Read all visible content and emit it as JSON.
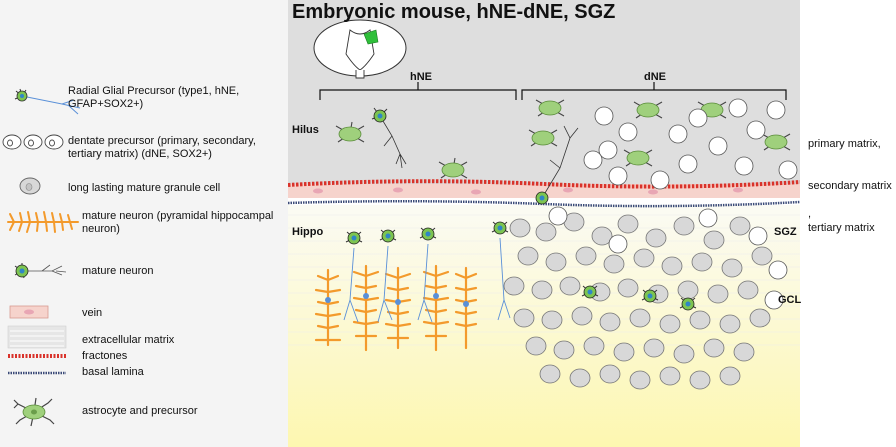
{
  "title": "Embryonic mouse, hNE-dNE, SGZ",
  "legend": [
    {
      "label": "Radial Glial Precursor (type1, hNE, GFAP+SOX2+)",
      "icon": "radial-glia-icon"
    },
    {
      "label": "dentate precursor (primary, secondary, tertiary matrix) (dNE, SOX2+)",
      "icon": "precursor-cells-icon"
    },
    {
      "label": "long lasting mature granule cell",
      "icon": "granule-cell-icon"
    },
    {
      "label": "mature neuron (pyramidal hippocampal neuron)",
      "icon": "pyramidal-neuron-icon"
    },
    {
      "label": "mature neuron",
      "icon": "mature-neuron-icon"
    },
    {
      "label": "vein",
      "icon": "vein-icon"
    },
    {
      "label": "extracellular matrix",
      "icon": "matrix-icon"
    },
    {
      "label": "fractones",
      "icon": "fractones-icon"
    },
    {
      "label": "basal lamina",
      "icon": "basal-lamina-icon"
    },
    {
      "label": "astrocyte and precursor",
      "icon": "astrocyte-icon"
    }
  ],
  "regions": {
    "hne": "hNE",
    "dne": "dNE",
    "hilus": "Hilus",
    "hippo": "Hippo",
    "sgz": "SGZ",
    "gcl": "GCL"
  },
  "matrix_labels": {
    "primary": "primary matrix,",
    "secondary": "secondary matrix",
    "comma": ",",
    "tertiary": "tertiary matrix"
  },
  "colors": {
    "glia_green": "#7dc451",
    "neuron_orange": "#f39a2c",
    "fractone_red": "#d9322a",
    "lamina_blue": "#3a4a78",
    "vein_pink": "#f6d3cc",
    "cell_gray": "#d8d8d8",
    "nucleus_blue": "#2f86c7",
    "dendrite_blue": "#5a90d8"
  }
}
